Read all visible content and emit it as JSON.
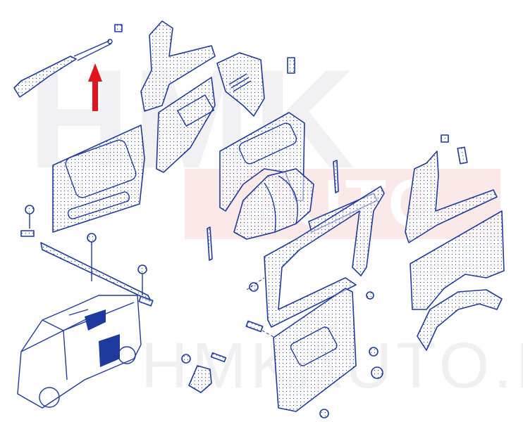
{
  "watermark": {
    "top": "HMK",
    "middle": "AUTO",
    "bottom": "HMKAUTO.EE"
  },
  "colors": {
    "line": "#1f3a9e",
    "arrow": "#e0141c",
    "watermark_gray": "#f1f1f3",
    "watermark_pink": "#fbe9ea"
  },
  "indicator": {
    "icon": "arrow-up-icon",
    "points_to": "roof-rail-trim"
  }
}
